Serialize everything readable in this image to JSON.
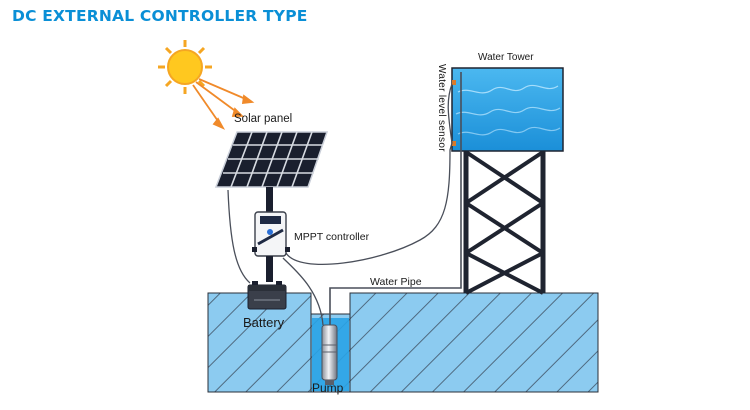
{
  "title": "DC EXTERNAL CONTROLLER TYPE",
  "labels": {
    "solar_panel": "Solar panel",
    "mppt_controller": "MPPT controller",
    "water_pipe": "Water Pipe",
    "water_tower": "Water Tower",
    "water_level_sensor": "Water  level sensor",
    "battery": "Battery",
    "pump": "Pump"
  },
  "colors": {
    "title": "#0a8fd6",
    "ground_water": "#8ccbf0",
    "tank_water": "#29a3e6",
    "sun": "#ffc81f",
    "sun_rays": "#f08a2a",
    "panel": "#1a1f2e",
    "tower_frame": "#1f2430",
    "wire": "#4a4f5a"
  },
  "icons": {
    "sun": "sun-icon",
    "solar_panel": "solar-panel-icon",
    "controller": "mppt-controller-icon",
    "battery": "battery-icon",
    "pump": "submersible-pump-icon"
  }
}
